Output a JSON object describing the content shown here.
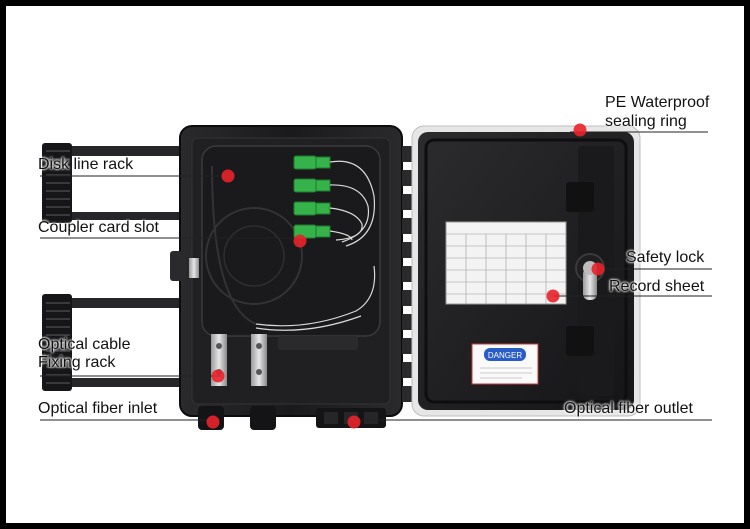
{
  "labels": {
    "pe_ring_line1": "PE Waterproof",
    "pe_ring_line2": "sealing ring",
    "disk_line_rack": "Disk line rack",
    "coupler_card_slot": "Coupler card slot",
    "safety_lock": "Safety lock",
    "record_sheet": "Record sheet",
    "optical_cable_line1": "Optical cable",
    "optical_cable_line2": "Fixing rack",
    "optical_fiber_inlet": "Optical fiber inlet",
    "optical_fiber_outlet": "Optical fiber outlet"
  },
  "danger_sign": "DANGER",
  "colors": {
    "box": "#1d1d1f",
    "adapter_green": "#35b34a",
    "marker_red": "#e8232a",
    "leader_line": "#222222"
  }
}
